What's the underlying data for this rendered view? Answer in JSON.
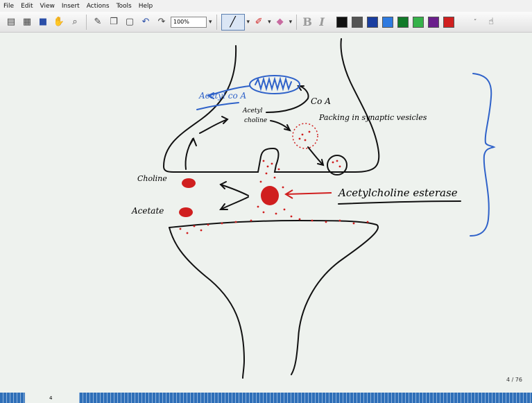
{
  "menu": [
    "File",
    "Edit",
    "View",
    "Insert",
    "Actions",
    "Tools",
    "Help"
  ],
  "toolbar": {
    "zoom": "100%",
    "icons": [
      "new-page-icon",
      "insert-page-icon",
      "save-icon",
      "pan-icon",
      "search-icon",
      "select-icon",
      "copy-icon",
      "paste-icon",
      "undo-icon",
      "redo-icon"
    ],
    "bold": "B",
    "italic": "I",
    "colors": [
      "#111111",
      "#555555",
      "#1a3ea0",
      "#2f7ae0",
      "#127a2a",
      "#36b24a",
      "#6b1f8c",
      "#d01f1f"
    ]
  },
  "drawing": {
    "acetyl_coa": "Acetyl co A",
    "coa": "Co A",
    "acetyl_choline": "Acetyl",
    "acetyl_choline2": "choline",
    "packing": "Packing in synaptic vesicles",
    "choline": "Choline",
    "acetate": "Acetate",
    "enzyme": "Acetylcholine esterase"
  },
  "page_indicator": "4 / 76",
  "status": {
    "page": "4"
  }
}
